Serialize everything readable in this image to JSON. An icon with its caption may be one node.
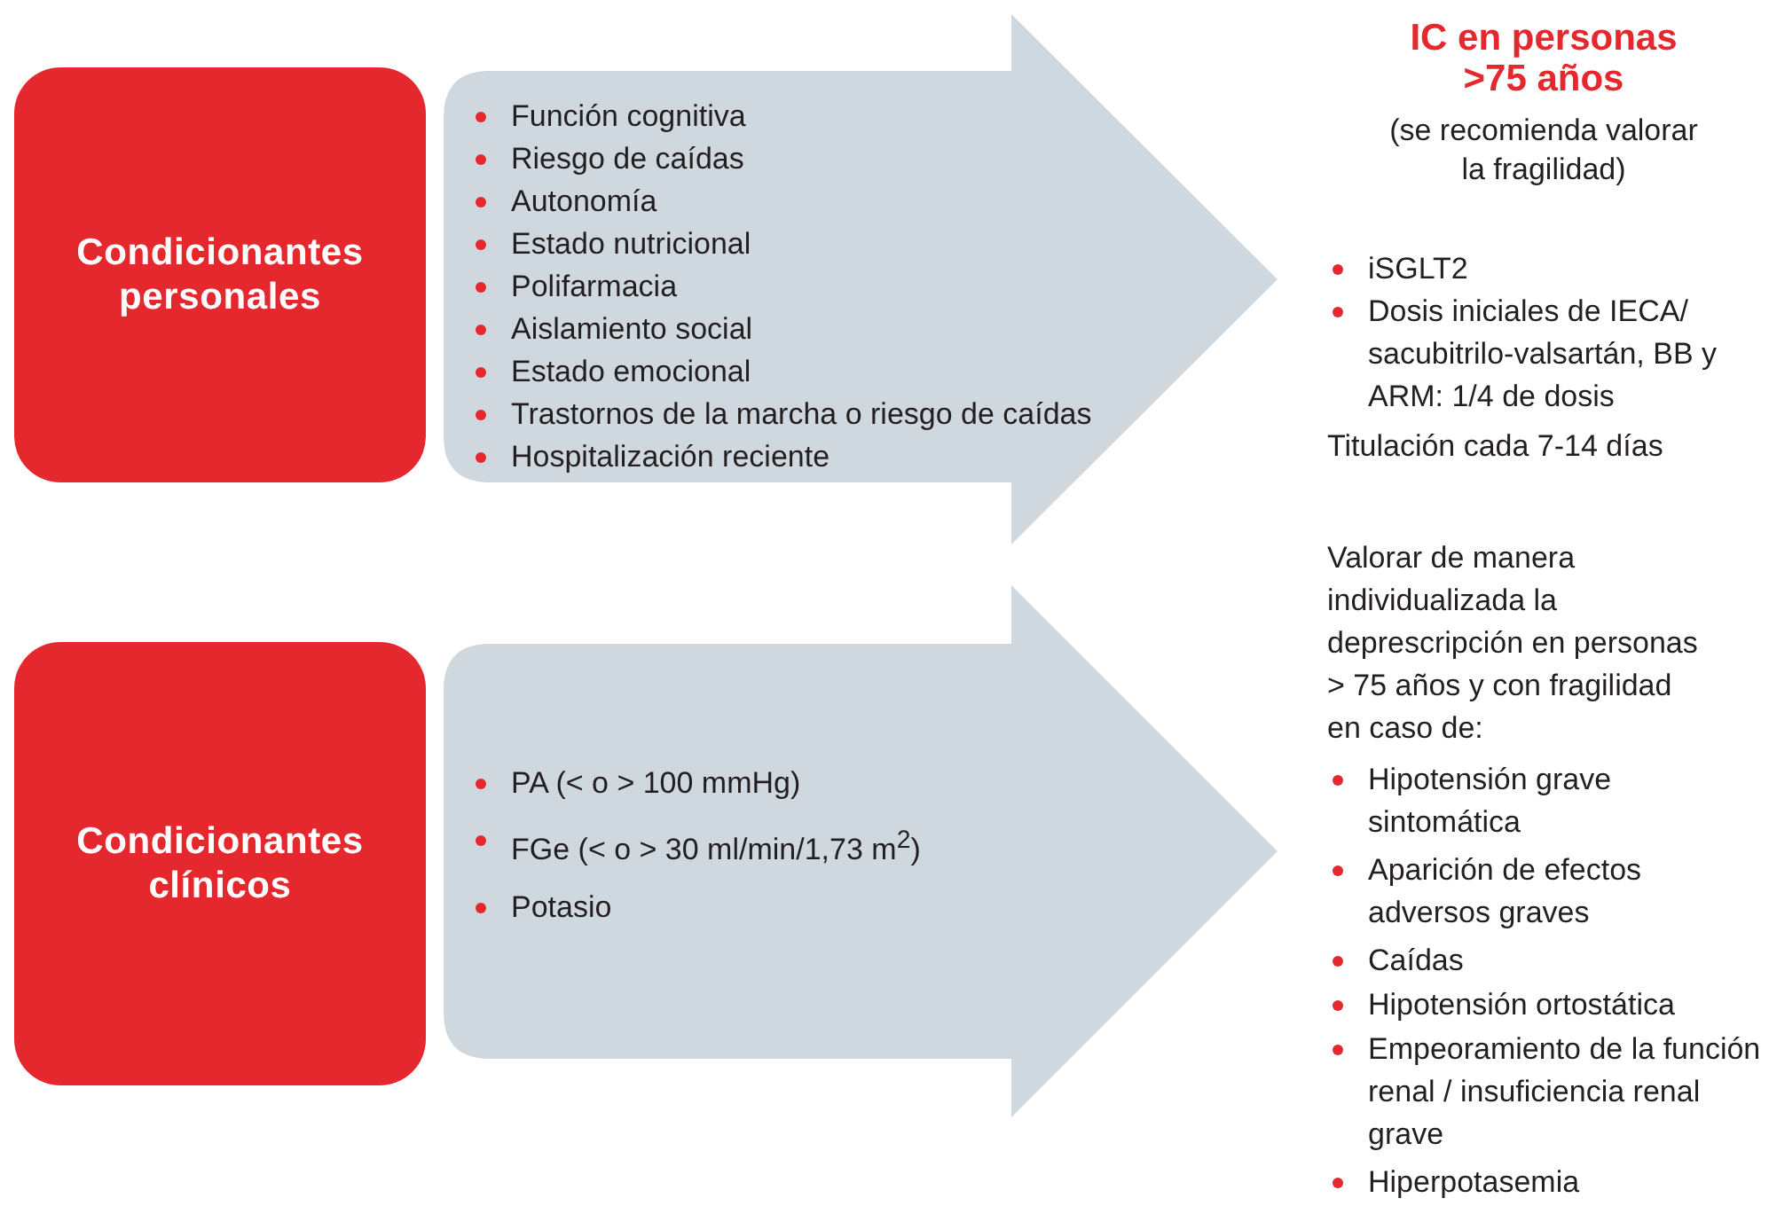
{
  "diagram": {
    "title": "IC en personas >75 años",
    "nodes": [
      {
        "text": [
          "Condicionantes personales"
        ]
      },
      {
        "text": [
          "Función cognitiva",
          "Riesgo de caídas",
          "Autonomía",
          "Estado nutricional",
          "Polifarmacia",
          "Aislamiento social",
          "Estado emocional",
          "Trastornos de la marcha o riesgo de caídas",
          "Hospitalización reciente"
        ]
      },
      {
        "text": [
          "Condicionantes clínicos"
        ]
      },
      {
        "text": [
          "PA (< o > 100 mmHg)",
          "FGe (< o > 30 ml/min/1,73 m$^{2}$)",
          "Potasio"
        ]
      }
    ],
    "labels": [
      "(se recomienda valorar la fragilidad)",
      "iSGLT2",
      "Dosis iniciales de IECA/ sacubitrilo-valsartán, BB y ARM: 1/4 de dosis",
      "Titulación cada 7-14 días",
      "Valorar de manera individualizada la deprescripción en personas > 75 años y con fragilidad en caso de:",
      "Hipotensión grave sintomática",
      "Aparición de efectos adversos graves",
      "Caídas",
      "Hipotensión ortostática",
      "Empeoramiento de la función renal / insuficiencia renal grave",
      "Hiperpotasemia"
    ]
  }
}
